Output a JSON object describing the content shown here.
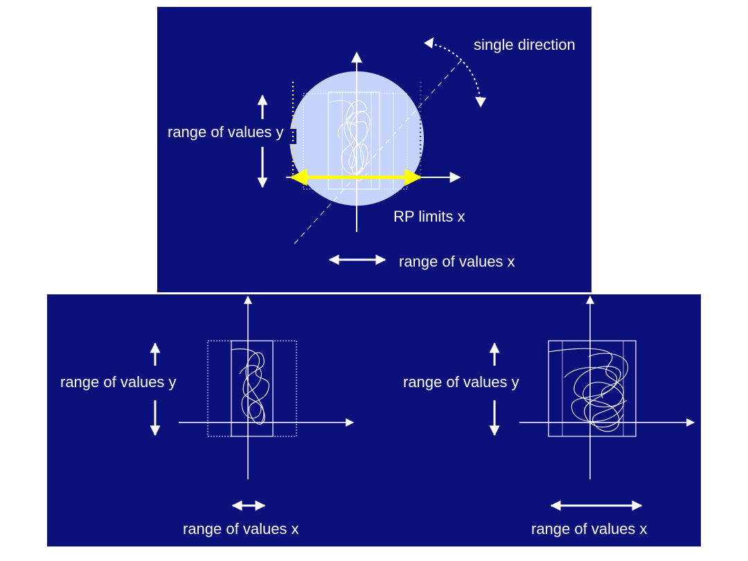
{
  "colors": {
    "panel_bg": "#0a0f7a",
    "disc_fill": "#c6d4fb",
    "limit_arrow": "#ffff00",
    "limit_dots": "#e8e060",
    "ink": "#ffffff"
  },
  "top_panel": {
    "label_single_direction": "single direction",
    "label_range_y": "range of values y",
    "label_rp_limits": "RP limits x",
    "label_range_x": "range of values x"
  },
  "bottom_left_panel": {
    "label_range_y": "range of values y",
    "label_range_x": "range of values x"
  },
  "bottom_right_panel": {
    "label_range_y": "range of values y",
    "label_range_x": "range of values x"
  }
}
